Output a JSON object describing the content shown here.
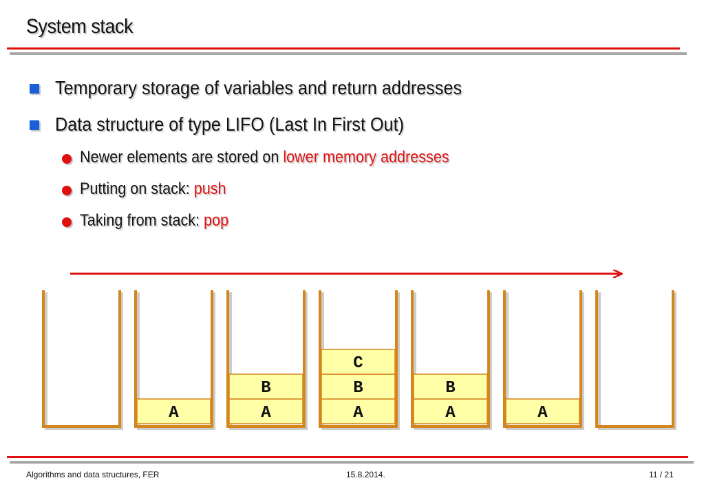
{
  "slide": {
    "title": "System stack",
    "bullets": [
      {
        "text": "Temporary storage of variables and return addresses"
      },
      {
        "text": "Data structure of type LIFO (Last In First Out)"
      }
    ],
    "subbullets": [
      {
        "text": "Newer elements are stored on ",
        "highlight": "lower memory addresses"
      },
      {
        "text": "Putting on stack: ",
        "highlight": "push"
      },
      {
        "text": "Taking from stack: ",
        "highlight": "pop"
      }
    ]
  },
  "diagram": {
    "stacks": [
      [],
      [
        "A"
      ],
      [
        "A",
        "B"
      ],
      [
        "A",
        "B",
        "C"
      ],
      [
        "A",
        "B"
      ],
      [
        "A"
      ],
      []
    ]
  },
  "footer": {
    "left": "Algorithms and data structures, FER",
    "center": "15.8.2014.",
    "right": "11 / 21"
  },
  "colors": {
    "accent_red": "#e01010",
    "bullet_blue": "#1a5fd8",
    "stack_outline": "#d4861c",
    "cell_fill": "#ffffa8"
  }
}
